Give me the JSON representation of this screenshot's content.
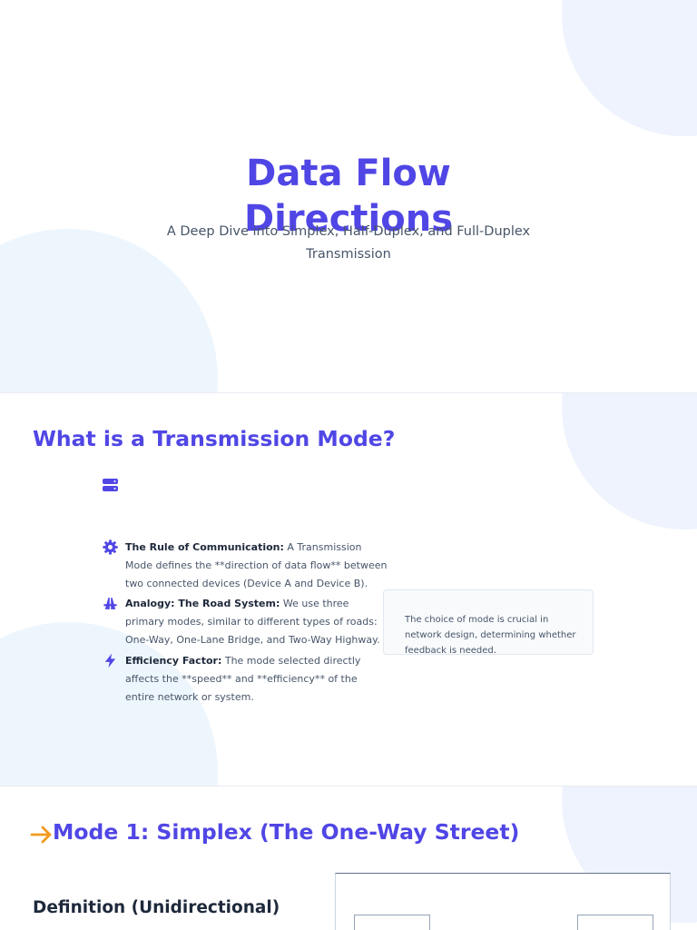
{
  "slides": {
    "title_slide": {
      "title_line1": "Data Flow",
      "title_line2": "Directions",
      "subtitle": "A Deep Dive into Simplex, Half-Duplex, and Full-Duplex Transmission"
    },
    "what_is_mode": {
      "heading": "What is a Transmission Mode?",
      "bullets": [
        {
          "icon": "gear-icon",
          "label": "The Rule of Communication:",
          "text": "A Transmission Mode defines the **direction of data flow** between two connected devices (Device A and Device B)."
        },
        {
          "icon": "road-icon",
          "label": "Analogy: The Road System:",
          "text": "We use three primary modes, similar to different types of roads: One-Way, One-Lane Bridge, and Two-Way Highway."
        },
        {
          "icon": "bolt-icon",
          "label": "Efficiency Factor:",
          "text": "The mode selected directly affects the **speed** and **efficiency** of the entire network or system."
        }
      ],
      "note": "The choice of mode is crucial in network design, determining whether feedback is needed."
    },
    "simplex": {
      "heading": "Mode 1: Simplex (The One-Way Street)",
      "definition_heading": "Definition (Unidirectional)"
    }
  },
  "colors": {
    "accent": "#5046e5",
    "arrow": "#f29a1f",
    "circle": "#eef3fd"
  }
}
